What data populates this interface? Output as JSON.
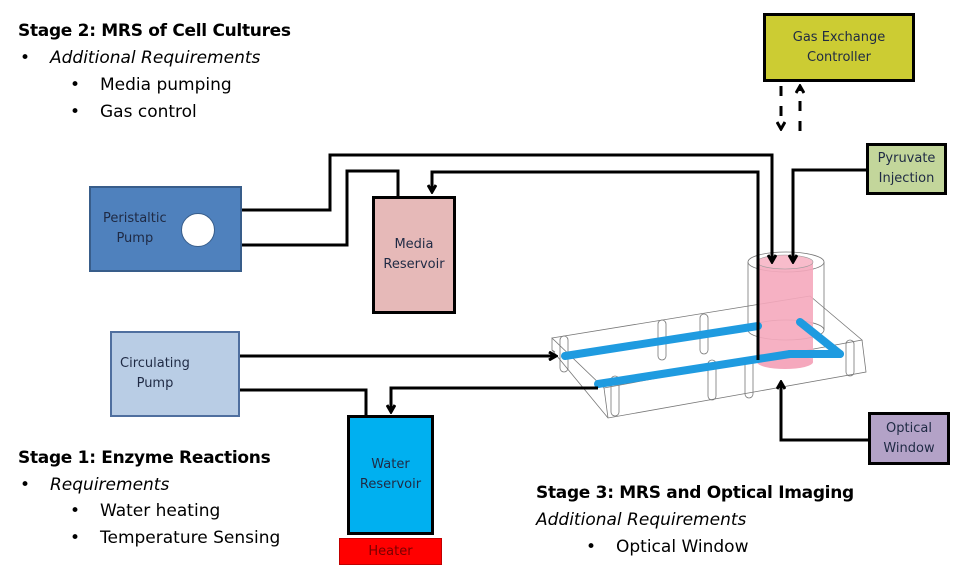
{
  "stage2": {
    "title": "Stage 2: MRS of Cell Cultures",
    "subheading": "Additional Requirements",
    "items": [
      "Media pumping",
      "Gas control"
    ]
  },
  "stage1": {
    "title": "Stage 1: Enzyme Reactions",
    "subheading": "Requirements",
    "items": [
      "Water heating",
      "Temperature Sensing"
    ]
  },
  "stage3": {
    "title": "Stage 3: MRS and Optical Imaging",
    "subheading": "Additional Requirements",
    "items": [
      "Optical Window"
    ]
  },
  "bullet": "•",
  "components": {
    "gas_exchange": {
      "label1": "Gas Exchange",
      "label2": "Controller",
      "color": "#cccc33"
    },
    "pyruvate": {
      "label1": "Pyruvate",
      "label2": "Injection",
      "color": "#c3d69b"
    },
    "peristaltic": {
      "label1": "Peristaltic",
      "label2": "Pump",
      "color": "#4f81bd"
    },
    "media_reservoir": {
      "label1": "Media",
      "label2": "Reservoir",
      "color": "#e6b9b8"
    },
    "circulating": {
      "label1": "Circulating",
      "label2": "Pump",
      "color": "#b9cde5"
    },
    "water_reservoir": {
      "label1": "Water",
      "label2": "Reservoir",
      "color": "#00b0f0"
    },
    "heater": {
      "label": "Heater",
      "color": "#ff0000"
    },
    "optical_window": {
      "label1": "Optical",
      "label2": "Window",
      "color": "#b3a2c7"
    }
  }
}
